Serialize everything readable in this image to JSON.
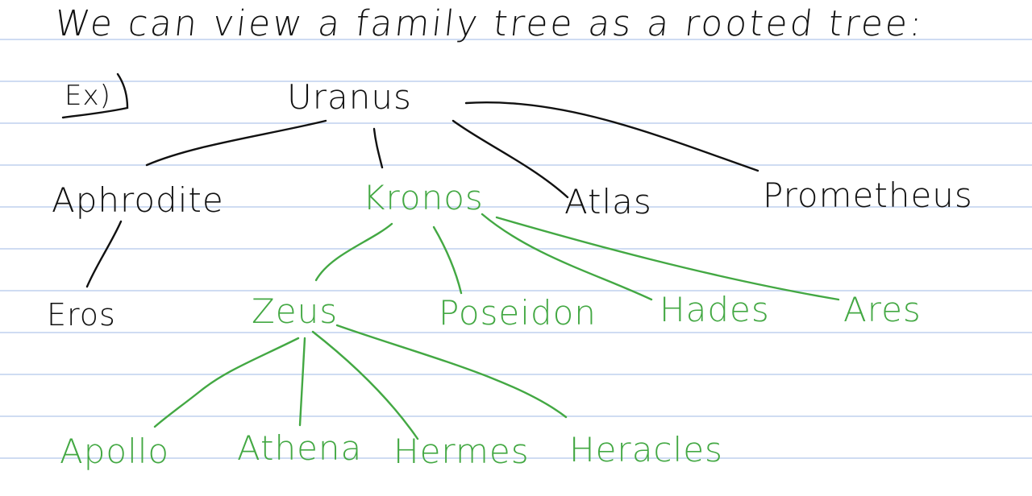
{
  "heading": "We can view a family tree as a rooted tree:",
  "example_label": "Ex)",
  "nodes": {
    "uranus": "Uranus",
    "aphrodite": "Aphrodite",
    "kronos": "Kronos",
    "atlas": "Atlas",
    "prometheus": "Prometheus",
    "eros": "Eros",
    "zeus": "Zeus",
    "poseidon": "Poseidon",
    "hades": "Hades",
    "ares": "Ares",
    "apollo": "Apollo",
    "athena": "Athena",
    "hermes": "Hermes",
    "heracles": "Heracles"
  },
  "colors": {
    "ink_black": "#111111",
    "ink_green": "#43a843",
    "rule_line": "#cfdcf2"
  }
}
